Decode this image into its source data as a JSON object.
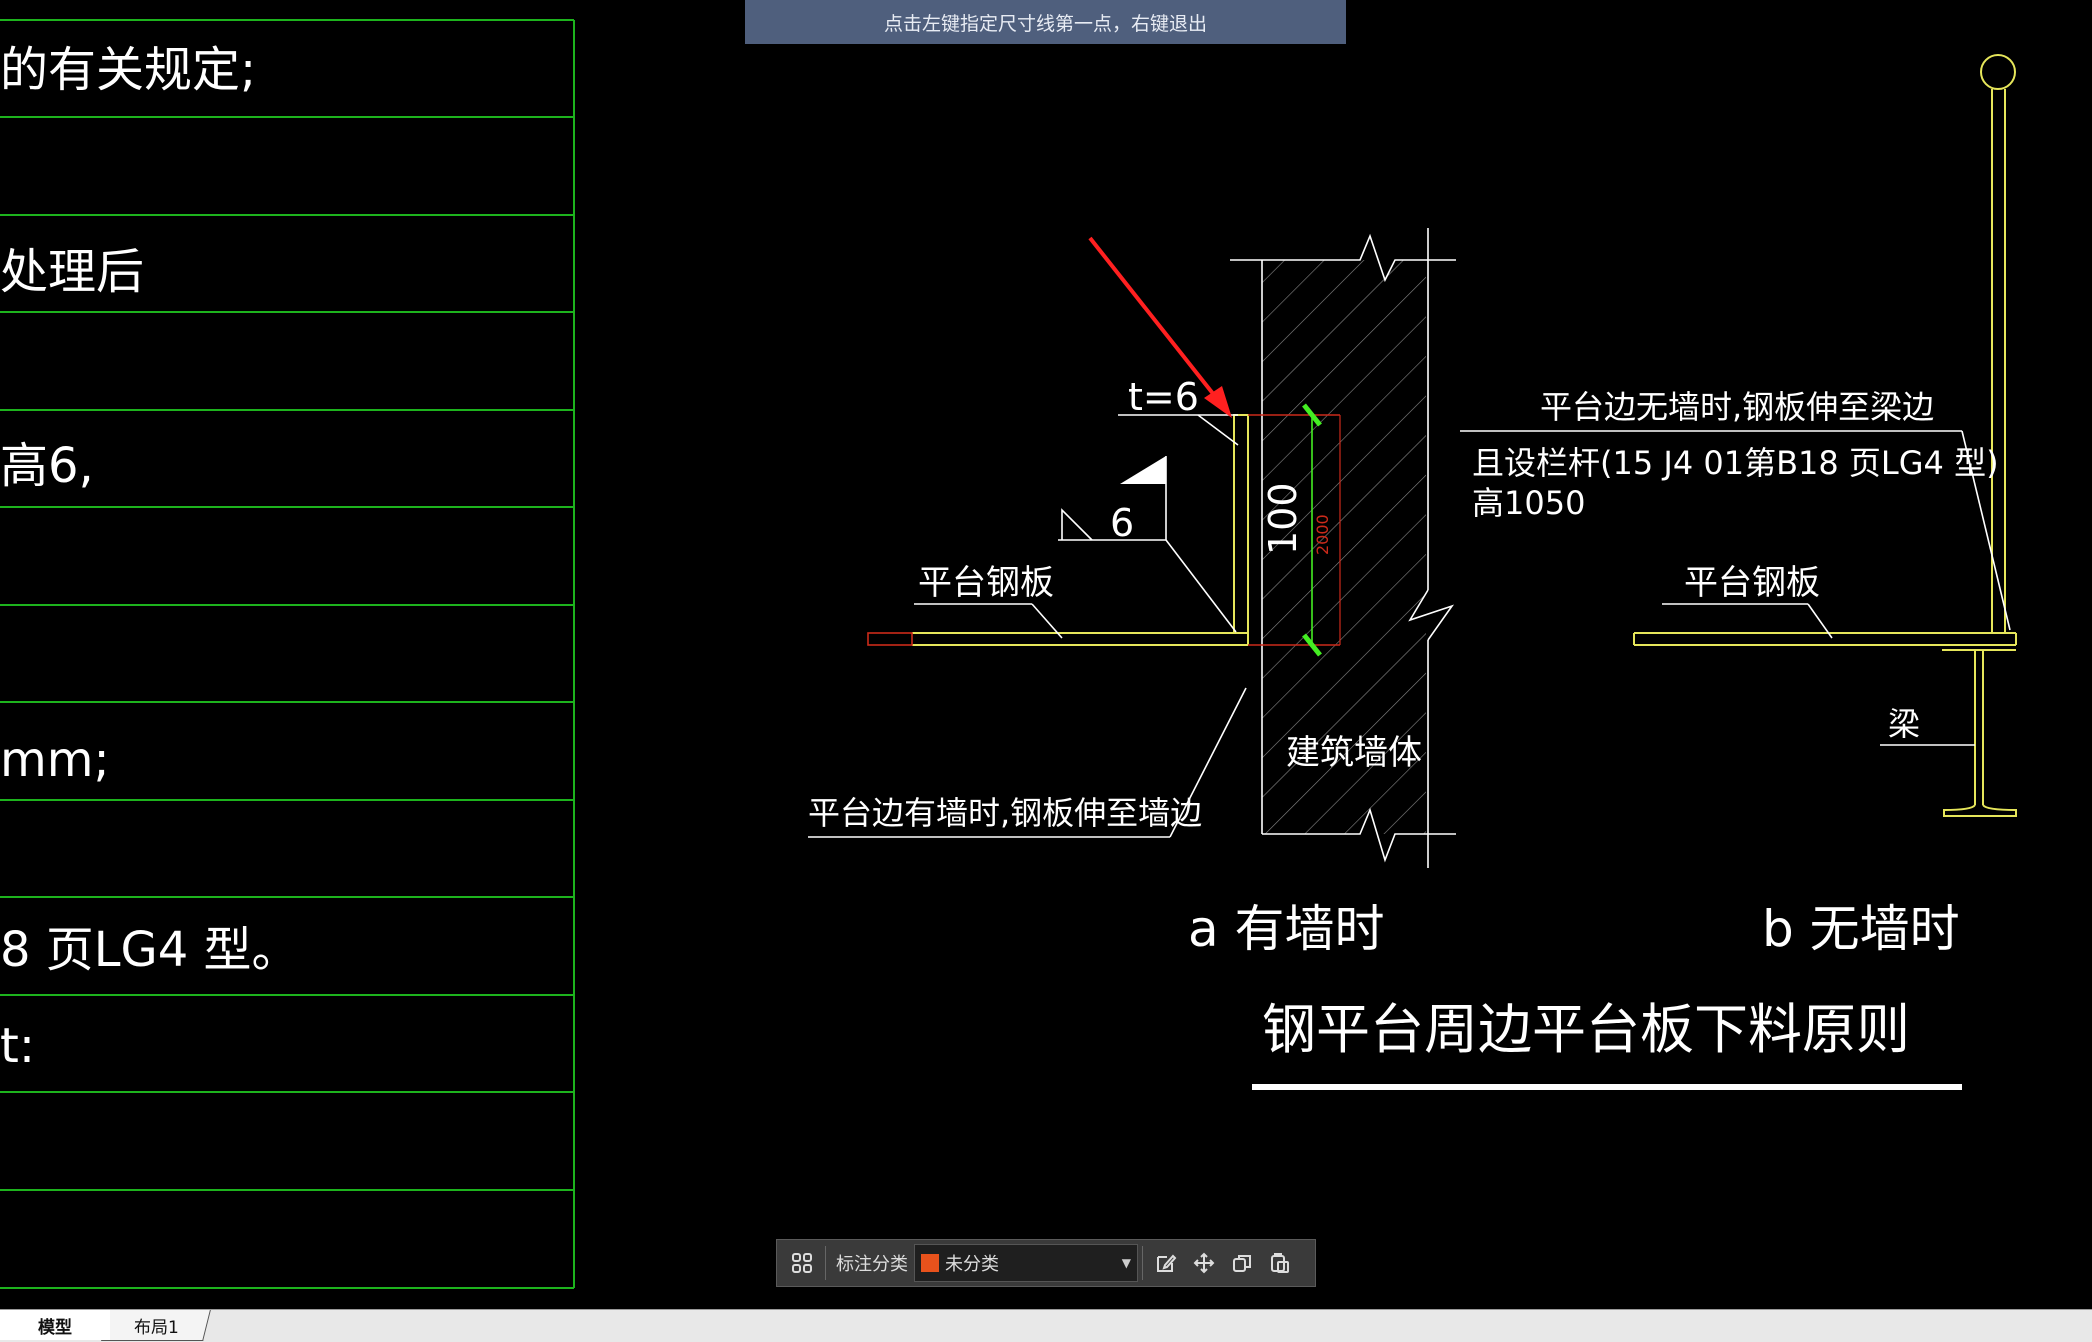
{
  "status_hint": "点击左键指定尺寸线第一点，右键退出",
  "notes_table": {
    "rows": [
      "的有关规定;",
      "",
      "处理后",
      "",
      "高6,",
      "",
      "",
      "mm;",
      "",
      "8 页LG4 型。",
      "t:",
      "",
      ""
    ]
  },
  "drawing": {
    "label_thickness": "t=6",
    "label_weld": "6",
    "label_dim_100": "100",
    "label_dim_2000": "2000",
    "label_platform_plate_a": "平台钢板",
    "label_platform_plate_b": "平台钢板",
    "label_wall": "建筑墙体",
    "label_with_wall_note": "平台边有墙时,钢板伸至墙边",
    "label_no_wall_note": "平台边无墙时,钢板伸至梁边",
    "label_railing_line1": "且设栏杆(15 J4 01第B18 页LG4 型)",
    "label_railing_line2": "高1050",
    "label_beam": "梁",
    "caption_a": "a  有墙时",
    "caption_b": "b  无墙时",
    "main_title": "钢平台周边平台板下料原则",
    "colors": {
      "line_yellow": "#e6e65a",
      "grid_green": "#1db31d",
      "arrow_red": "#ff2020",
      "dim_red": "#cc2a1a",
      "tick_green": "#44ee22"
    }
  },
  "dim_toolbar": {
    "grid_icon": "grid-icon",
    "category_label": "标注分类",
    "category_value": "未分类",
    "category_color": "#e8521c",
    "icons": [
      "edit-icon",
      "move-icon",
      "copy-icon",
      "paste-icon"
    ]
  },
  "tabs": {
    "model": "模型",
    "layout1": "布局1"
  }
}
